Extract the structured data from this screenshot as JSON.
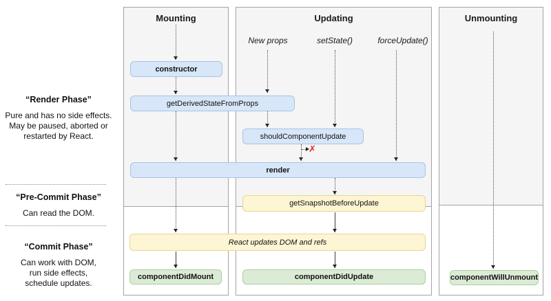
{
  "columns": {
    "mounting": {
      "title": "Mounting"
    },
    "updating": {
      "title": "Updating",
      "triggers": [
        "New props",
        "setState()",
        "forceUpdate()"
      ]
    },
    "unmounting": {
      "title": "Unmounting"
    }
  },
  "sidebar": {
    "render_phase": {
      "title": "“Render Phase”",
      "line1": "Pure and has no side effects.",
      "line2": "May be paused, aborted or",
      "line3": "restarted by React."
    },
    "pre_commit_phase": {
      "title": "“Pre-Commit Phase”",
      "line1": "Can read the DOM."
    },
    "commit_phase": {
      "title": "“Commit Phase”",
      "line1": "Can work with DOM,",
      "line2": "run side effects,",
      "line3": "schedule updates."
    }
  },
  "boxes": {
    "ctor": "constructor",
    "gdsfp": "getDerivedStateFromProps",
    "scu": "shouldComponentUpdate",
    "render": "render",
    "gsbu": "getSnapshotBeforeUpdate",
    "rud": "React updates DOM and refs",
    "cdm": "componentDidMount",
    "cdu": "componentDidUpdate",
    "cwu": "componentWillUnmount"
  },
  "icons": {
    "false_marker_x": "✗"
  },
  "colors": {
    "lifecycle_box_blue": "#d7e6f8",
    "side_effect_box_yellow": "#fdf5d3",
    "commit_box_green": "#dcebd5",
    "phase_shade_gray": "#f5f5f5",
    "false_marker_red": "#e02b20"
  }
}
